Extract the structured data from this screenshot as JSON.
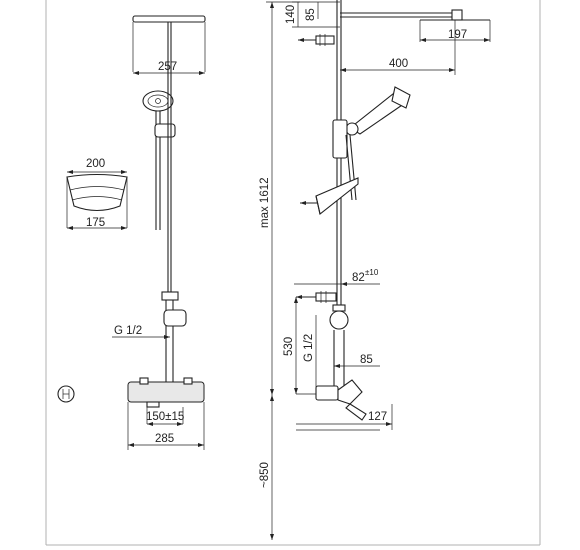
{
  "drawing": {
    "front": {
      "head_width": "257",
      "tray_top_width": "200",
      "tray_bottom_width": "175",
      "inlet_thread": "G 1/2",
      "centres": "150±15",
      "mixer_width": "285"
    },
    "side": {
      "head_drop": "140",
      "head_thickness": "85",
      "head_diameter": "197",
      "arm_length": "400",
      "total_height": "max 1612",
      "bracket_offset_value": "82",
      "bracket_offset_tol": "±10",
      "inlet_thread": "G 1/2",
      "inlet_height": "530",
      "mixer_projection": "85",
      "spout_projection": "127",
      "floor_height": "~850"
    }
  },
  "colors": {
    "line": "#222222",
    "background": "#ffffff",
    "border": "#b0b0b0"
  }
}
